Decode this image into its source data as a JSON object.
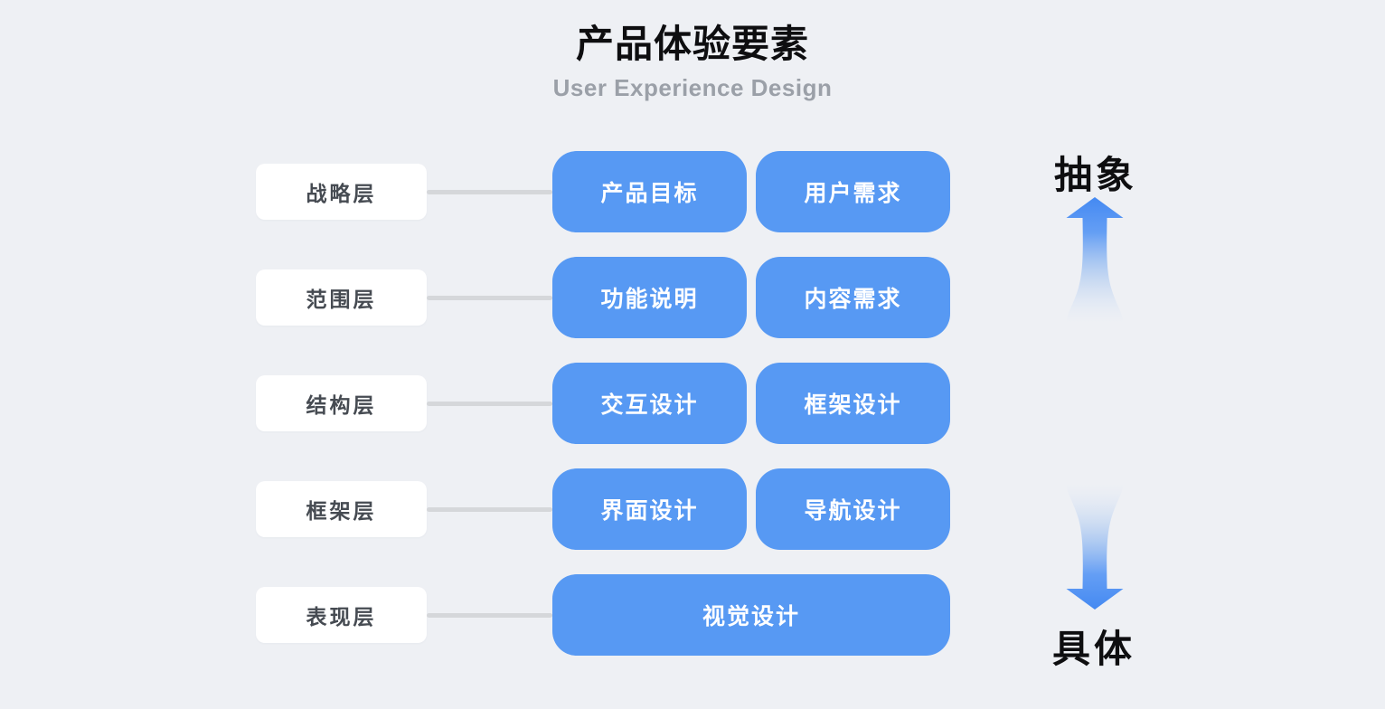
{
  "header": {
    "title": "产品体验要素",
    "subtitle": "User Experience Design"
  },
  "rows": [
    {
      "label": "战略层",
      "boxes": [
        "产品目标",
        "用户需求"
      ]
    },
    {
      "label": "范围层",
      "boxes": [
        "功能说明",
        "内容需求"
      ]
    },
    {
      "label": "结构层",
      "boxes": [
        "交互设计",
        "框架设计"
      ]
    },
    {
      "label": "框架层",
      "boxes": [
        "界面设计",
        "导航设计"
      ]
    },
    {
      "label": "表现层",
      "boxes": [
        "视觉设计"
      ]
    }
  ],
  "axis": {
    "top_label": "抽象",
    "bottom_label": "具体"
  },
  "icons": {
    "up": "up-arrow-icon",
    "down": "down-arrow-icon"
  },
  "colors": {
    "background": "#eef0f4",
    "box_blue": "#5799f3",
    "arrow_blue": "#4489f2",
    "connector_gray": "#d5d7da",
    "label_text": "#464b52",
    "subtitle_gray": "#9ba0a8"
  }
}
